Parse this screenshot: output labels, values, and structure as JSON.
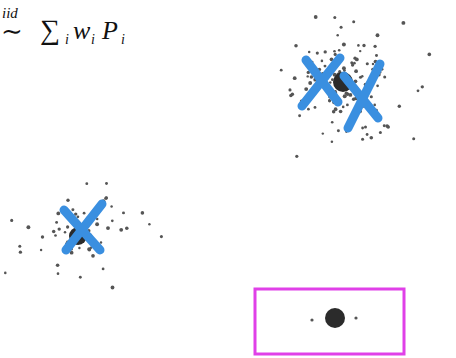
{
  "diagram": {
    "labels": [
      "iid",
      "∼",
      "∑",
      "i",
      "w",
      "i",
      "P",
      "i"
    ]
  }
}
